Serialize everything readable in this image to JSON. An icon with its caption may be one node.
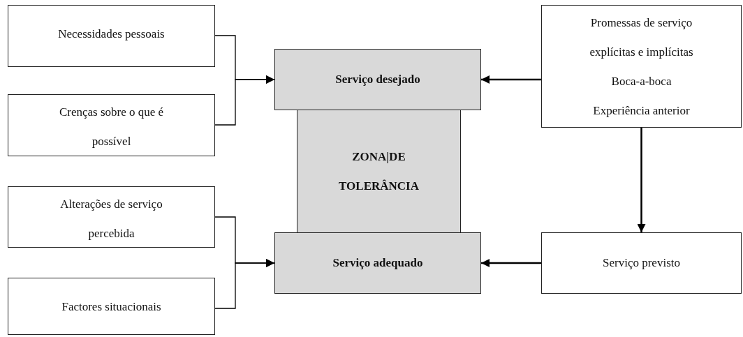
{
  "diagram": {
    "nodes": [
      {
        "text": [
          "Necessidades pessoais"
        ]
      },
      {
        "text": [
          "Crenças sobre o que é possível"
        ]
      },
      {
        "text": [
          "Alterações de serviço percebida"
        ]
      },
      {
        "text": [
          "Factores situacionais"
        ]
      },
      {
        "text": [
          "Serviço desejado"
        ]
      },
      {
        "text": [
          "ZONA|DE TOLERÂNCIA"
        ]
      },
      {
        "text": [
          "Serviço adequado"
        ]
      },
      {
        "text": [
          "Promessas de serviço explícitas e implícitas",
          "Boca-a-boca",
          "Experiência anterior"
        ]
      },
      {
        "text": [
          "Serviço previsto"
        ]
      }
    ],
    "edges": [
      {
        "from": 0,
        "to": 4,
        "arrow": "to"
      },
      {
        "from": 1,
        "to": 4,
        "arrow": "to"
      },
      {
        "from": 2,
        "to": 6,
        "arrow": "to"
      },
      {
        "from": 3,
        "to": 6,
        "arrow": "to"
      },
      {
        "from": 7,
        "to": 4,
        "arrow": "to"
      },
      {
        "from": 7,
        "to": 8,
        "arrow": "to"
      },
      {
        "from": 8,
        "to": 6,
        "arrow": "to"
      }
    ]
  }
}
